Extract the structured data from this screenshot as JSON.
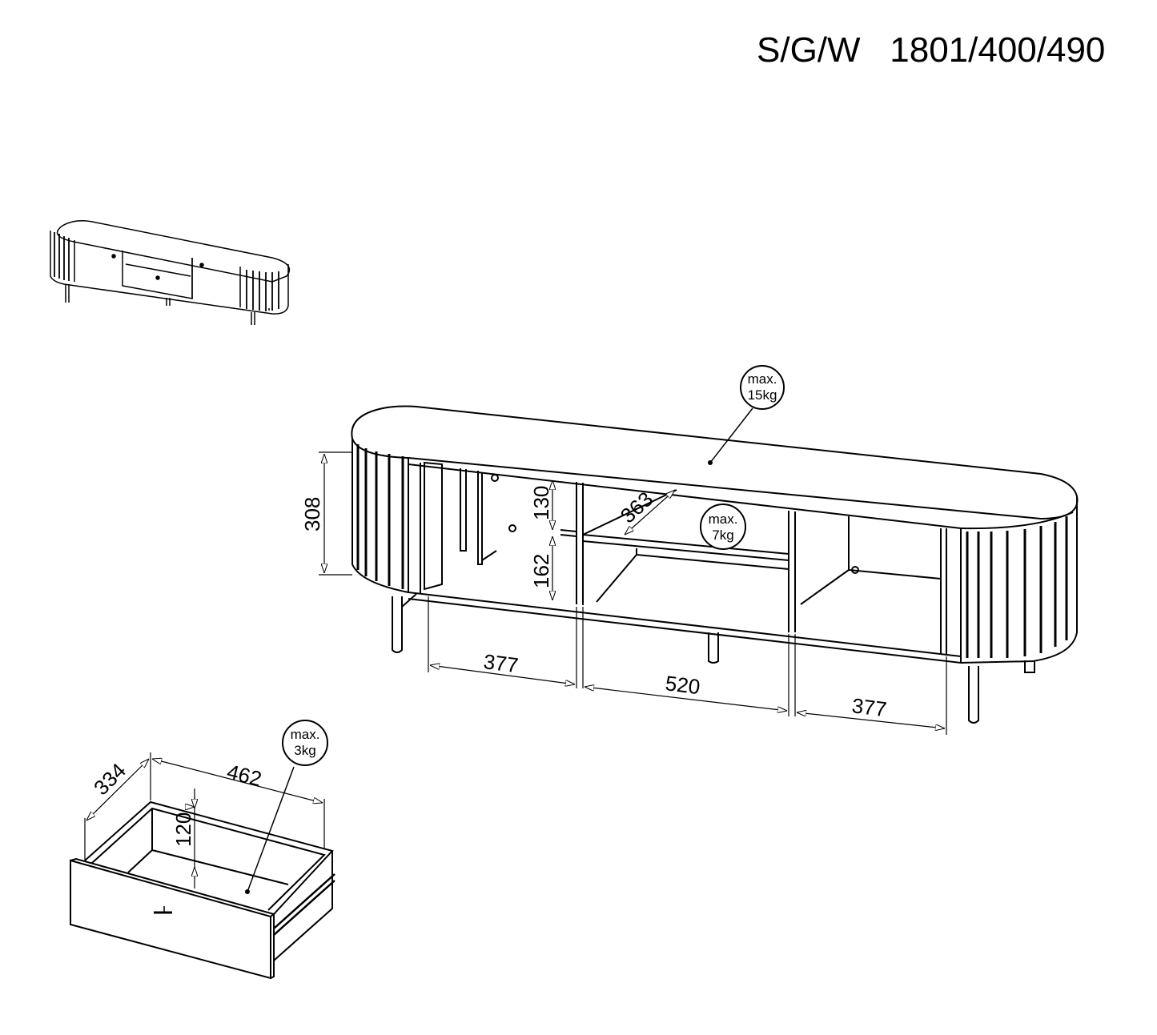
{
  "header": {
    "model_code": "S/G/W",
    "dimensions": "1801/400/490"
  },
  "cabinet": {
    "dimensions": {
      "height": "308",
      "upper_shelf_gap": "130",
      "lower_shelf_gap": "162",
      "shelf_depth": "363",
      "left_compartment_width": "377",
      "center_compartment_width": "520",
      "right_compartment_width": "377"
    },
    "load_labels": {
      "top": {
        "line1": "max.",
        "line2": "15kg"
      },
      "shelf": {
        "line1": "max.",
        "line2": "7kg"
      }
    }
  },
  "drawer": {
    "dimensions": {
      "depth": "334",
      "width": "462",
      "height": "120"
    },
    "load_label": {
      "line1": "max.",
      "line2": "3kg"
    }
  },
  "colors": {
    "line": "#000000",
    "background": "#ffffff"
  }
}
